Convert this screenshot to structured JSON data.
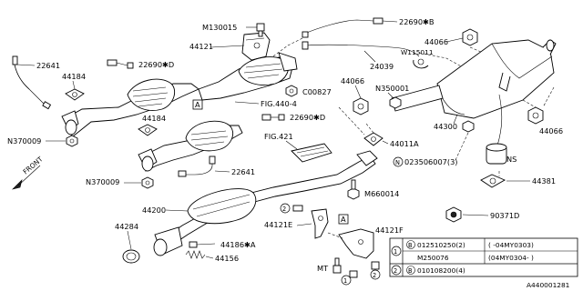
{
  "labels": {
    "m130015": "M130015",
    "p22690b": "22690✱B",
    "p44121_top": "44121",
    "p44066_top": "44066",
    "w115011": "W115011",
    "p22641_top": "22641",
    "p44184_top": "44184",
    "p22690d_top": "22690✱D",
    "p24039": "24039",
    "box_a_upper": "A",
    "c00827": "C00827",
    "fig440": "FIG.440-4",
    "p44066_mid": "44066",
    "n350001": "N350001",
    "p44184_mid": "44184",
    "p22690d_mid": "22690✱D",
    "n370009_top": "N370009",
    "p44300": "44300",
    "p44066_right": "44066",
    "fig421": "FIG.421",
    "p44011a": "44011A",
    "ns": "NS",
    "front": "FRONT",
    "n023506007": "023506007(3)",
    "n023506007_circle": "N",
    "p22641_mid": "22641",
    "n370009_bot": "N370009",
    "p44381": "44381",
    "m660014": "M660014",
    "p44200": "44200",
    "p90371d": "90371D",
    "p44121e": "44121E",
    "p44121f": "44121F",
    "box_a_lower": "A",
    "p44284": "44284",
    "p44186a": "44186✱A",
    "p44156": "44156",
    "mt": "MT",
    "circle1_small": "1",
    "circle2_small_a": "2",
    "circle2_small_b": "2",
    "footer": "A440001281"
  },
  "table": {
    "rows": [
      {
        "num": "1",
        "letter": "B",
        "part": "012510250(2)",
        "range": "(     -04MY0303)"
      },
      {
        "num": "",
        "letter": "",
        "part": "M250076",
        "range": "(04MY0304-     )"
      },
      {
        "num": "2",
        "letter": "B",
        "part": "010108200(4)",
        "range": ""
      }
    ]
  }
}
